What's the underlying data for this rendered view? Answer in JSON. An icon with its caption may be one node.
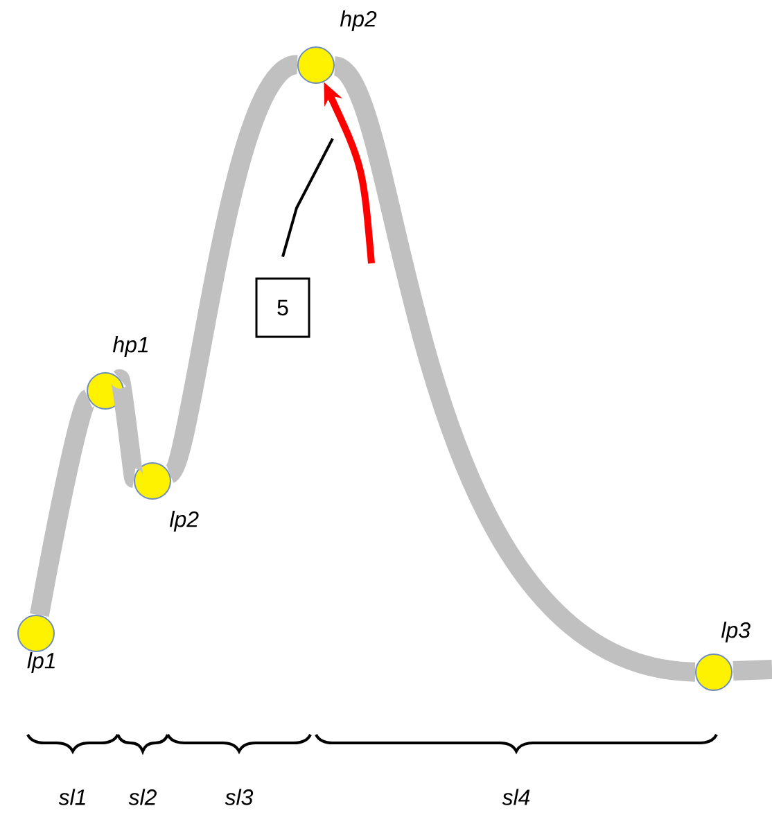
{
  "diagram": {
    "nodes": [
      {
        "text": [],
        "shape": "circle",
        "beside": [
          "lp1"
        ]
      },
      {
        "text": [],
        "shape": "circle",
        "beside": [
          "hp1"
        ]
      },
      {
        "text": [],
        "shape": "circle",
        "beside": [
          "lp2"
        ]
      },
      {
        "text": [],
        "shape": "circle",
        "beside": [
          "hp2"
        ]
      },
      {
        "text": [],
        "shape": "circle",
        "beside": [
          "lp3"
        ]
      },
      {
        "text": [
          "5"
        ]
      }
    ],
    "edges": [
      {
        "from": 0,
        "to": 1,
        "arrow": "none"
      },
      {
        "from": 1,
        "to": 2,
        "arrow": "none"
      },
      {
        "from": 2,
        "to": 3,
        "arrow": "none"
      },
      {
        "from": 3,
        "to": 4,
        "arrow": "none"
      },
      {
        "from": 5,
        "to": null,
        "arrow": "none",
        "color": "#000000"
      },
      {
        "from": null,
        "to": 3,
        "arrow": "to",
        "color": "#ff0000"
      }
    ],
    "labels": [
      "sl1",
      "sl2",
      "sl3",
      "sl4"
    ]
  }
}
